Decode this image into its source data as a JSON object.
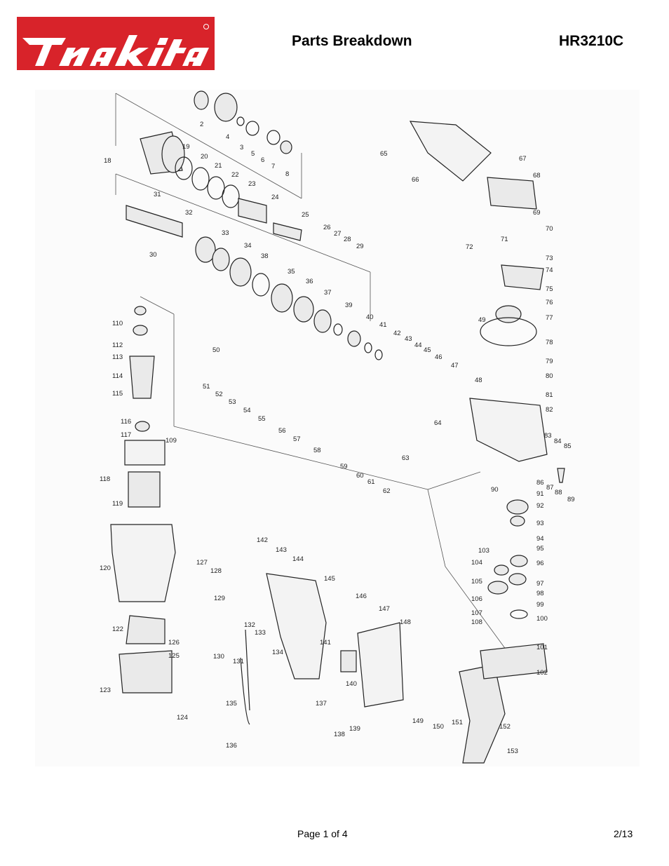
{
  "header": {
    "brand": "makita",
    "title": "Parts Breakdown",
    "model": "HR3210C"
  },
  "footer": {
    "page": "Page 1 of 4",
    "date": "2/13"
  },
  "colors": {
    "brand_red": "#d8232a",
    "line": "#555555"
  },
  "diagram": {
    "part_numbers": [
      "2",
      "4",
      "3",
      "5",
      "6",
      "7",
      "8",
      "18",
      "19",
      "20",
      "21",
      "22",
      "23",
      "24",
      "25",
      "26",
      "27",
      "28",
      "29",
      "30",
      "31",
      "32",
      "33",
      "34",
      "35",
      "36",
      "37",
      "38",
      "39",
      "40",
      "41",
      "42",
      "43",
      "44",
      "45",
      "46",
      "47",
      "48",
      "49",
      "50",
      "51",
      "52",
      "53",
      "54",
      "55",
      "56",
      "57",
      "58",
      "59",
      "60",
      "61",
      "62",
      "63",
      "64",
      "65",
      "66",
      "67",
      "68",
      "69",
      "70",
      "71",
      "72",
      "73",
      "74",
      "75",
      "76",
      "77",
      "78",
      "79",
      "80",
      "81",
      "82",
      "83",
      "84",
      "85",
      "86",
      "87",
      "88",
      "89",
      "90",
      "91",
      "92",
      "93",
      "94",
      "95",
      "96",
      "97",
      "98",
      "99",
      "100",
      "101",
      "102",
      "103",
      "104",
      "105",
      "106",
      "107",
      "108",
      "109",
      "110",
      "112",
      "113",
      "114",
      "115",
      "116",
      "117",
      "118",
      "119",
      "120",
      "122",
      "123",
      "124",
      "125",
      "126",
      "127",
      "128",
      "129",
      "130",
      "131",
      "132",
      "133",
      "134",
      "135",
      "136",
      "137",
      "138",
      "139",
      "140",
      "141",
      "142",
      "143",
      "144",
      "145",
      "146",
      "147",
      "148",
      "149",
      "150",
      "151",
      "152",
      "153"
    ]
  }
}
